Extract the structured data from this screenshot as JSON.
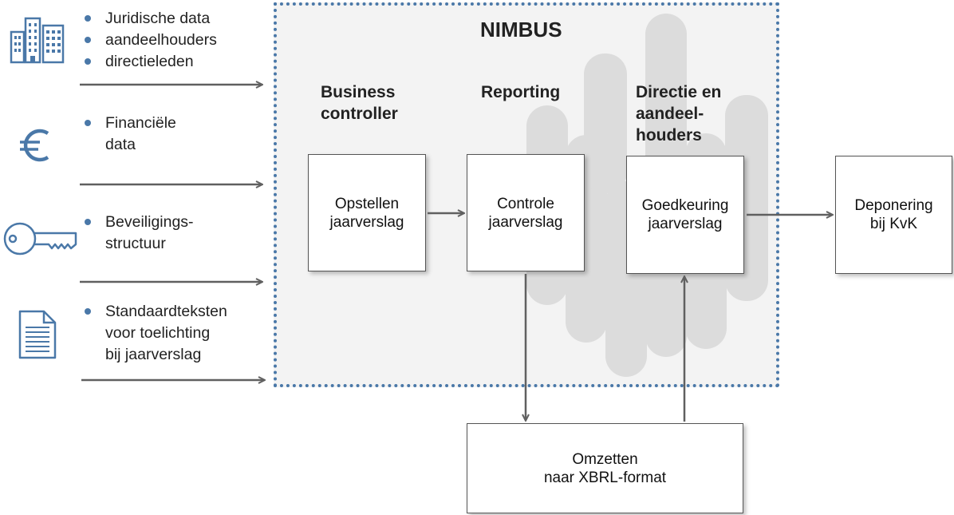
{
  "title": "NIMBUS",
  "roles": {
    "business_controller": [
      "Business",
      "controller"
    ],
    "reporting": [
      "Reporting"
    ],
    "directie": [
      "Directie en",
      "aandeel-",
      "houders"
    ]
  },
  "boxes": {
    "opstellen": [
      "Opstellen",
      "jaarverslag"
    ],
    "controle": [
      "Controle",
      "jaarverslag"
    ],
    "goedkeuring": [
      "Goedkeuring",
      "jaarverslag"
    ],
    "deponering": [
      "Deponering",
      "bij KvK"
    ],
    "omzetten": [
      "Omzetten",
      "naar XBRL-format"
    ]
  },
  "inputs": [
    {
      "icon": "buildings-icon",
      "lines": [
        "Juridische data",
        "aandeelhouders",
        "directieleden"
      ],
      "bulleted": [
        true,
        true,
        true
      ]
    },
    {
      "icon": "euro-icon",
      "lines": [
        "Financiële",
        "data"
      ],
      "bulleted": [
        true,
        false
      ]
    },
    {
      "icon": "key-icon",
      "lines": [
        "Beveiligings-",
        "structuur"
      ],
      "bulleted": [
        true,
        false
      ]
    },
    {
      "icon": "document-icon",
      "lines": [
        "Standaardteksten",
        "voor toelichting",
        "bij jaarverslag"
      ],
      "bulleted": [
        true,
        false,
        false
      ]
    }
  ],
  "colors": {
    "accent_blue": "#4a78a8",
    "arrow_gray": "#606060",
    "region_bg": "#f3f3f3",
    "bar_gray": "#dcdcdc"
  }
}
